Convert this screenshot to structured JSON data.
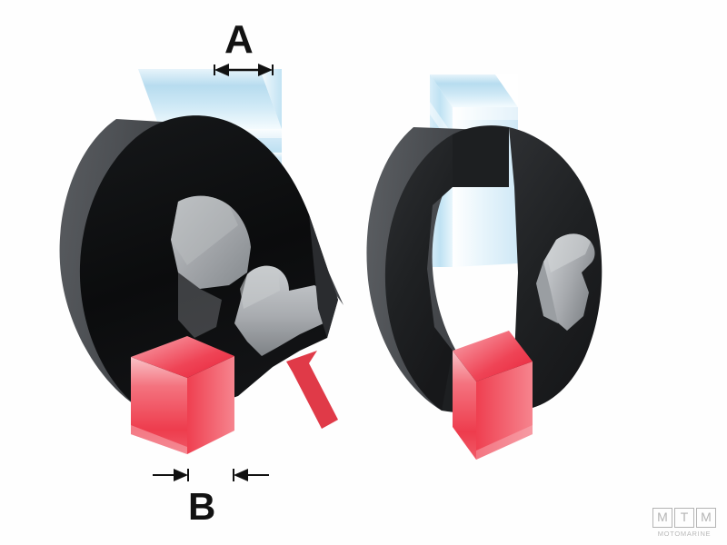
{
  "figure": {
    "background_color": "#fefefe",
    "title_text_color": "#121212",
    "description": "Technical illustration of an extruded rubber edge-trim seal profile shown in cross-section, left uninstalled and right installed on a glass panel",
    "dimensions": {
      "a": {
        "label": "A",
        "name": "glass-thickness-dimension",
        "arrow_style": "double-headed-inside",
        "color": "#111111"
      },
      "b": {
        "label": "B",
        "name": "insert-thickness-dimension",
        "arrow_style": "double-headed-outside",
        "color": "#111111"
      }
    },
    "callout_arrow": {
      "name": "red-pointer-arrow",
      "color": "#e03a48",
      "direction": "up-left"
    },
    "parts": {
      "seal_body": {
        "label": "rubber-seal-body",
        "face_color": "#0d0d0d",
        "extrusion_color": "#4a4c50",
        "interior_color": "#a8abae"
      },
      "glass_panel": {
        "label": "glass-panel",
        "top_color": "#cfe7f5",
        "side_color": "#bfe0f2",
        "highlight_color": "#ffffff"
      },
      "insert_panel": {
        "label": "red-insert-panel",
        "top_color": "#f26c78",
        "side_color": "#ef3b4c",
        "highlight_color": "#f7b6bd"
      }
    },
    "views": {
      "left": {
        "name": "seal-open-view",
        "caption": ""
      },
      "right": {
        "name": "seal-installed-view",
        "caption": ""
      }
    }
  },
  "watermark": {
    "boxes": [
      "M",
      "T",
      "M"
    ],
    "caption": "MOTOMARINE",
    "color": "#b7b7b7"
  }
}
